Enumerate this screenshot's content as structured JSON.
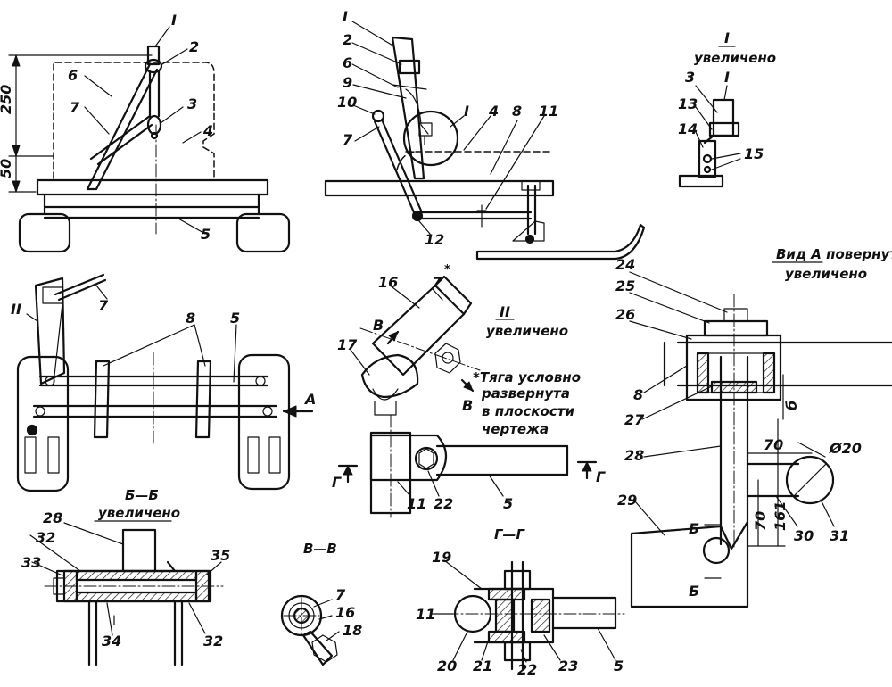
{
  "view_labels": {
    "detail_I_numeral": "I",
    "detail_I_caption": "увеличено",
    "detail_II_numeral": "II",
    "detail_II_caption": "увеличено",
    "view_A_caption_1": "Вид А повернуто",
    "view_A_caption_2": "увеличено",
    "section_BB_title": "Б—Б",
    "section_BB_caption": "увеличено",
    "section_VV_title": "В—В",
    "section_GG_title": "Г—Г",
    "note_1": "*Тяга условно",
    "note_2": "развернута",
    "note_3": "в плоскости",
    "note_4": "чертежа",
    "arrow_A": "А",
    "mark_B": "В",
    "mark_G": "Г",
    "mark_Bb": "Б",
    "star": "*"
  },
  "dimensions": {
    "d250": "250",
    "d50": "50",
    "d70_h": "70",
    "d70_v": "70",
    "d161": "161",
    "d_phi20": "Ø20",
    "d_b": "б"
  },
  "callouts": {
    "front_view": [
      "I",
      "2",
      "6",
      "7",
      "3",
      "4",
      "5"
    ],
    "side_view": [
      "I",
      "2",
      "6",
      "9",
      "10",
      "7",
      "I",
      "4",
      "8",
      "11",
      "12"
    ],
    "detail_I": [
      "3",
      "I",
      "13",
      "14",
      "15"
    ],
    "plan_view": [
      "II",
      "7",
      "8",
      "5"
    ],
    "detail_II": [
      "16",
      "7",
      "17",
      "11",
      "22",
      "5"
    ],
    "view_A": [
      "24",
      "25",
      "26",
      "8",
      "27",
      "28",
      "29",
      "30",
      "31"
    ],
    "section_BB": [
      "28",
      "32",
      "33",
      "35",
      "34",
      "32"
    ],
    "section_VV": [
      "7",
      "16",
      "18"
    ],
    "section_GG": [
      "19",
      "11",
      "20",
      "21",
      "22",
      "23",
      "5"
    ]
  }
}
